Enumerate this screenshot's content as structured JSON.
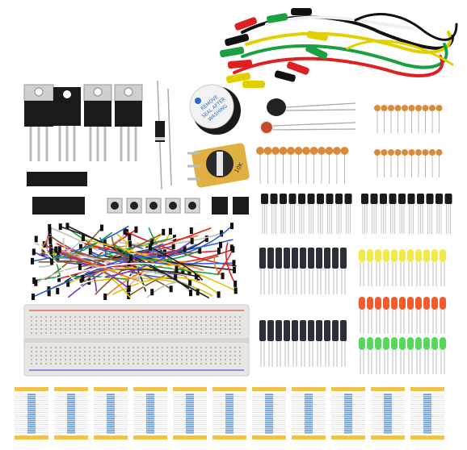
{
  "image": {
    "subject": "electronics starter kit components",
    "printed_text": {
      "buzzer_label_1": "REMOVE",
      "buzzer_label_2": "SEAL AFTER",
      "buzzer_label_3": "WASHING",
      "pot_label": "10K"
    },
    "colors": {
      "background": "#ffffff",
      "ic_black": "#1a1a1a",
      "metal_tab": "#c9c9c9",
      "breadboard": "#e8e6e2",
      "ceramic_cap": "#d98a3a",
      "led_yellow": "#f3ea4a",
      "led_red": "#f25a2a",
      "led_green": "#56d95a",
      "resistor_body": "#6fa0d8",
      "resistor_tape": "#f0c24a",
      "pot_body": "#e0b040",
      "electrolytic_cap": "#2a2f3a"
    }
  }
}
